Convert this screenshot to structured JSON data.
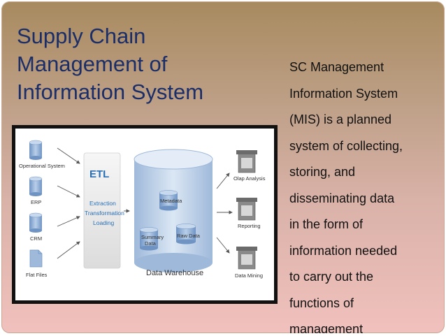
{
  "title_lines": [
    "Supply Chain",
    "Management of",
    "Information System"
  ],
  "body_lines": [
    "SC Management",
    "Information System",
    "(MIS) is a planned",
    "system of collecting,",
    "storing, and",
    "disseminating data",
    "in the form of",
    "information needed",
    "to carry out the",
    "functions of",
    "management"
  ],
  "diagram": {
    "sources": [
      "Operational System",
      "ERP",
      "CRM",
      "Flat Files"
    ],
    "etl": {
      "title": "ETL",
      "steps": [
        "Extraction",
        "Transformation",
        "Loading"
      ]
    },
    "warehouse": {
      "label": "Data Warehouse",
      "metadata": "Metadata",
      "summary": [
        "Summary",
        "Data"
      ],
      "raw": "Raw Data"
    },
    "outputs": [
      "Olap Analysis",
      "Reporting",
      "Data Mining"
    ]
  },
  "colors": {
    "title": "#1b2e68",
    "etl_blue": "#2a6fb5"
  }
}
